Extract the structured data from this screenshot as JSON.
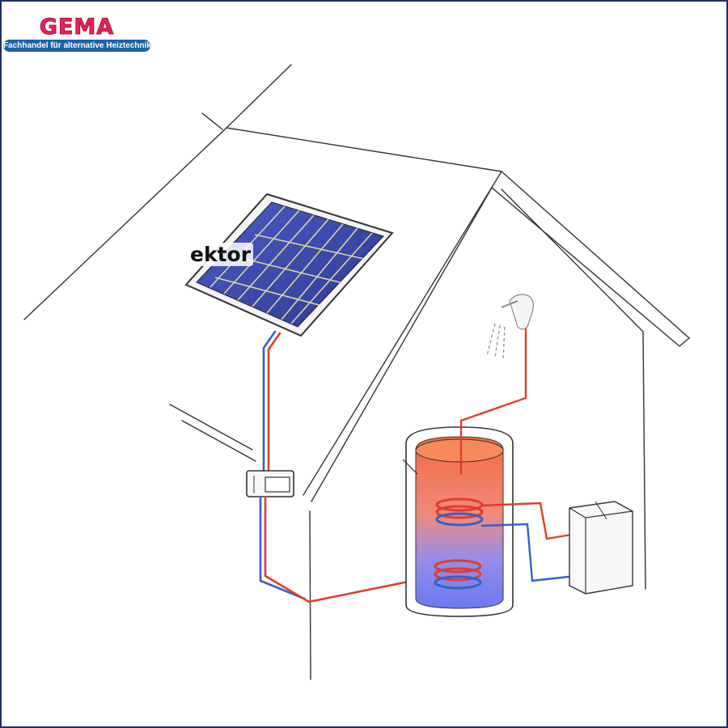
{
  "logo": {
    "name": "GEMA",
    "tagline": "Fachhandel für alternative Heiztechnik"
  },
  "labels": {
    "collector": "ektor"
  },
  "colors": {
    "frame": "#1f2f63",
    "logo_text": "#e0245e",
    "logo_bar": "#1d62a8",
    "hot_pipe": "#e33b2e",
    "cold_pipe": "#3560c8",
    "panel": "#3a47a8",
    "tank_top": "#f36a3f",
    "tank_bottom": "#6b79f2",
    "outline": "#333333"
  },
  "icons": [
    "solar-panel",
    "shower-icon",
    "controller-box",
    "hot-water-tank",
    "boiler-unit"
  ]
}
